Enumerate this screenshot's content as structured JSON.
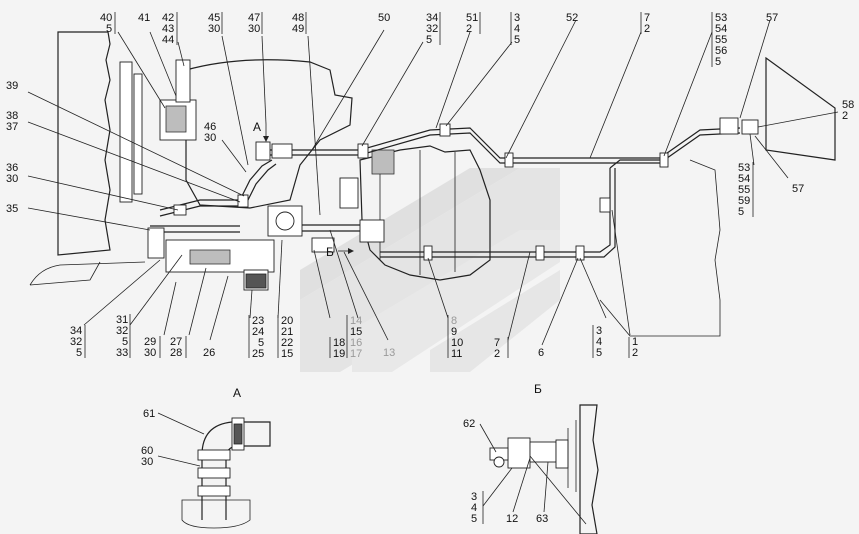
{
  "diagram": {
    "callouts_top": [
      {
        "id": "c40",
        "lines": [
          "40",
          "5"
        ]
      },
      {
        "id": "c41",
        "lines": [
          "41"
        ]
      },
      {
        "id": "c42",
        "lines": [
          "42",
          "43",
          "44"
        ]
      },
      {
        "id": "c45",
        "lines": [
          "45",
          "30"
        ]
      },
      {
        "id": "c47",
        "lines": [
          "47",
          "30"
        ]
      },
      {
        "id": "c48",
        "lines": [
          "48",
          "49"
        ]
      },
      {
        "id": "c50",
        "lines": [
          "50"
        ]
      },
      {
        "id": "c34t",
        "lines": [
          "34",
          "32",
          "5"
        ]
      },
      {
        "id": "c51",
        "lines": [
          "51",
          "2"
        ]
      },
      {
        "id": "c3t",
        "lines": [
          "3",
          "4",
          "5"
        ]
      },
      {
        "id": "c52",
        "lines": [
          "52"
        ]
      },
      {
        "id": "c7t",
        "lines": [
          "7",
          "2"
        ]
      },
      {
        "id": "c53t",
        "lines": [
          "53",
          "54",
          "55",
          "56",
          "5"
        ]
      },
      {
        "id": "c57t",
        "lines": [
          "57"
        ]
      }
    ],
    "callouts_left": [
      {
        "id": "c39",
        "lines": [
          "39"
        ]
      },
      {
        "id": "c38",
        "lines": [
          "38",
          "37"
        ]
      },
      {
        "id": "c36",
        "lines": [
          "36",
          "30"
        ]
      },
      {
        "id": "c35",
        "lines": [
          "35"
        ]
      },
      {
        "id": "c46",
        "lines": [
          "46",
          "30"
        ]
      }
    ],
    "callouts_right": [
      {
        "id": "c58",
        "lines": [
          "58",
          "2"
        ]
      },
      {
        "id": "c53r",
        "lines": [
          "53",
          "54",
          "55",
          "59",
          "5"
        ]
      },
      {
        "id": "c57r",
        "lines": [
          "57"
        ]
      }
    ],
    "callouts_bottom": [
      {
        "id": "c34b",
        "lines": [
          "34",
          "32",
          "5"
        ]
      },
      {
        "id": "c31",
        "lines": [
          "31",
          "32",
          "5",
          "33"
        ]
      },
      {
        "id": "c29",
        "lines": [
          "29",
          "30"
        ]
      },
      {
        "id": "c27",
        "lines": [
          "27",
          "28"
        ]
      },
      {
        "id": "c26",
        "lines": [
          "26"
        ]
      },
      {
        "id": "c23",
        "lines": [
          "23",
          "24",
          "5",
          "25"
        ]
      },
      {
        "id": "c20",
        "lines": [
          "20",
          "21",
          "22",
          "15"
        ]
      },
      {
        "id": "c18",
        "lines": [
          "18",
          "19"
        ]
      },
      {
        "id": "c14",
        "lines": [
          "14",
          "15",
          "16",
          "17"
        ]
      },
      {
        "id": "c13",
        "lines": [
          "13"
        ]
      },
      {
        "id": "c8",
        "lines": [
          "8",
          "9",
          "10",
          "11"
        ]
      },
      {
        "id": "c7b",
        "lines": [
          "7",
          "2"
        ]
      },
      {
        "id": "c6",
        "lines": [
          "6"
        ]
      },
      {
        "id": "c3b",
        "lines": [
          "3",
          "4",
          "5"
        ]
      },
      {
        "id": "c1",
        "lines": [
          "1",
          "2"
        ]
      }
    ],
    "view_marks": {
      "a_arrow": "А",
      "b_arrow": "Б"
    },
    "detail_a": {
      "title": "А",
      "callouts": [
        {
          "id": "c61",
          "lines": [
            "61"
          ]
        },
        {
          "id": "c60",
          "lines": [
            "60",
            "30"
          ]
        }
      ]
    },
    "detail_b": {
      "title": "Б",
      "callouts": [
        {
          "id": "c62",
          "lines": [
            "62"
          ]
        },
        {
          "id": "c345d",
          "lines": [
            "3",
            "4",
            "5"
          ]
        },
        {
          "id": "c12",
          "lines": [
            "12"
          ]
        },
        {
          "id": "c63",
          "lines": [
            "63"
          ]
        }
      ]
    }
  }
}
